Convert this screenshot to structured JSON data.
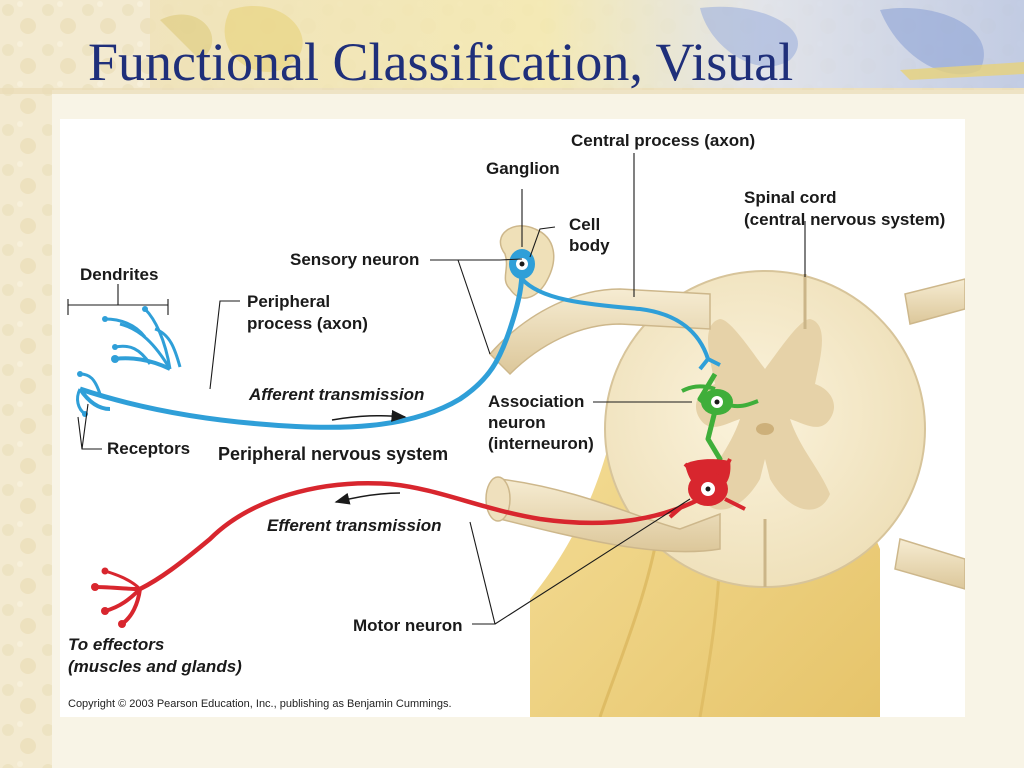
{
  "slide": {
    "title": "Functional Classification, Visual"
  },
  "figure": {
    "labels": {
      "central_process": "Central process (axon)",
      "ganglion": "Ganglion",
      "cell": "Cell",
      "body": "body",
      "spinal_cord": "Spinal cord",
      "spinal_cord_sub": "(central nervous system)",
      "sensory_neuron": "Sensory neuron",
      "dendrites": "Dendrites",
      "peripheral": "Peripheral",
      "process_axon": "process (axon)",
      "afferent": "Afferent transmission",
      "association": "Association",
      "neuron": "neuron",
      "interneuron": "(interneuron)",
      "receptors": "Receptors",
      "pns": "Peripheral nervous system",
      "efferent": "Efferent transmission",
      "motor_neuron": "Motor neuron",
      "to_effectors": "To effectors",
      "muscles_glands": "(muscles and glands)"
    },
    "copyright": "Copyright © 2003 Pearson Education, Inc., publishing as Benjamin Cummings.",
    "colors": {
      "sensory": "#2f9fd8",
      "association": "#3fae3a",
      "motor": "#d8262e",
      "cord": "#f3e6c4",
      "grey_matter": "#e3cfa5",
      "slide_title": "#1f2f7a"
    }
  }
}
